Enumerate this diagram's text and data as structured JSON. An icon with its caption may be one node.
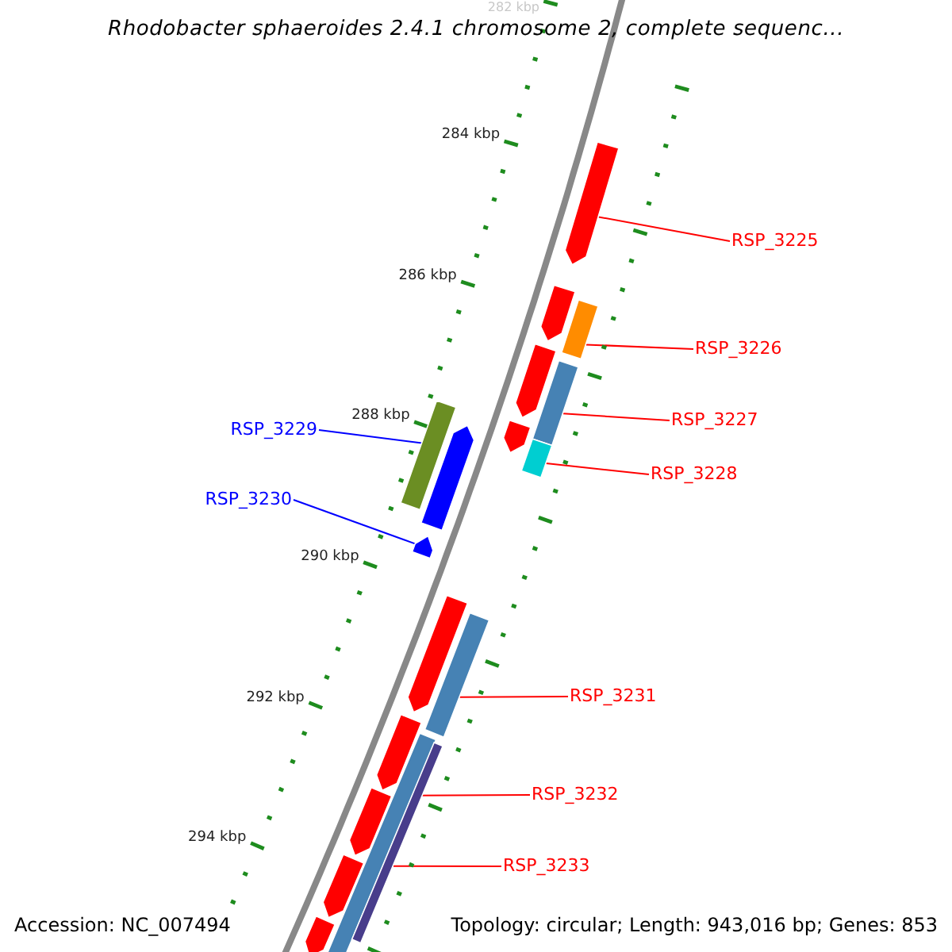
{
  "diagram": {
    "title": "Rhodobacter sphaeroides 2.4.1 chromosome 2, complete sequenc...",
    "nodes": [
      {
        "text": [
          "RSP_3225"
        ]
      },
      {
        "text": [
          "RSP_3226"
        ]
      },
      {
        "text": [
          "RSP_3227"
        ]
      },
      {
        "text": [
          "RSP_3228"
        ]
      },
      {
        "text": [
          "RSP_3229"
        ]
      },
      {
        "text": [
          "RSP_3230"
        ]
      },
      {
        "text": [
          "RSP_3231"
        ]
      },
      {
        "text": [
          "RSP_3232"
        ]
      },
      {
        "text": [
          "RSP_3233"
        ]
      },
      {
        "text": [],
        "shape": "arrow"
      },
      {
        "text": [],
        "shape": "bar"
      },
      {
        "text": [],
        "shape": "bar"
      },
      {
        "text": [],
        "shape": "bar"
      },
      {
        "text": [],
        "shape": "bar"
      },
      {
        "text": [],
        "shape": "arrow"
      },
      {
        "text": [],
        "shape": "bar"
      },
      {
        "text": [],
        "shape": "bar"
      },
      {
        "text": [],
        "shape": "bar"
      },
      {
        "text": [],
        "shape": "arrow"
      },
      {
        "text": [],
        "shape": "arrow"
      },
      {
        "text": [],
        "shape": "arrow"
      },
      {
        "text": [],
        "shape": "arrow"
      },
      {
        "text": [],
        "shape": "arrow"
      },
      {
        "text": [],
        "shape": "arrow"
      },
      {
        "text": [],
        "shape": "arrow"
      },
      {
        "text": [],
        "shape": "arrow"
      },
      {
        "text": [],
        "shape": "arrow"
      }
    ],
    "edges": [
      {
        "from": 0,
        "to": 9,
        "arrow": "none"
      },
      {
        "from": 1,
        "to": 10,
        "arrow": "none"
      },
      {
        "from": 2,
        "to": 11,
        "arrow": "none"
      },
      {
        "from": 3,
        "to": 12,
        "arrow": "none"
      },
      {
        "from": 4,
        "to": 13,
        "arrow": "none",
        "color": "#0000ff"
      },
      {
        "from": 5,
        "to": 14,
        "arrow": "none",
        "color": "#0000ff"
      },
      {
        "from": 6,
        "to": 15,
        "arrow": "none"
      },
      {
        "from": 7,
        "to": 16,
        "arrow": "none"
      },
      {
        "from": 8,
        "to": 17,
        "arrow": "none"
      }
    ],
    "labels": [
      "282 kbp",
      "284 kbp",
      "286 kbp",
      "288 kbp",
      "290 kbp",
      "292 kbp",
      "294 kbp",
      "Accession: NC_007494",
      "Topology: circular; Length: 943,016 bp; Genes: 853"
    ]
  }
}
